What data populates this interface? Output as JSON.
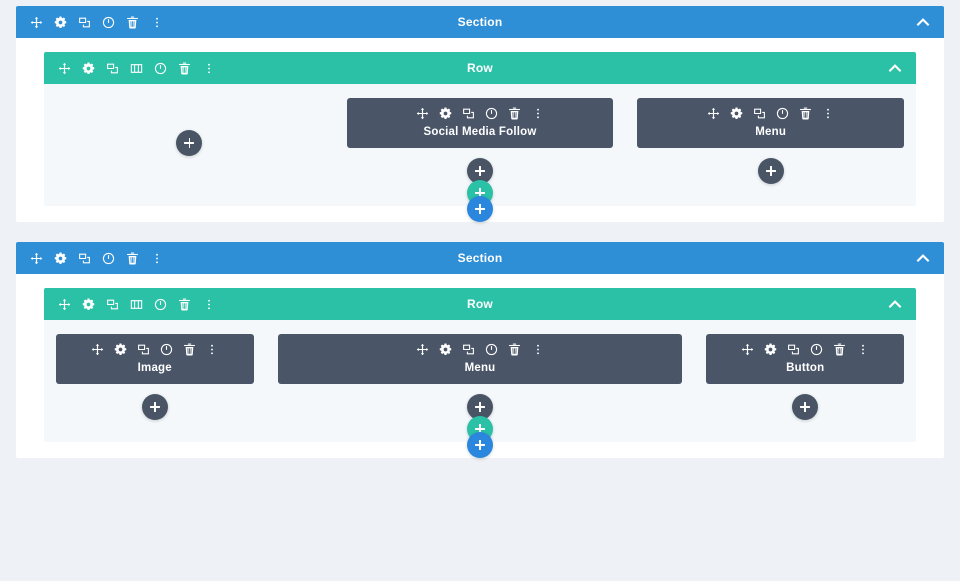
{
  "theme": {
    "section_color": "#2e8fd6",
    "row_color": "#2ac1a6",
    "module_color": "#4a5568",
    "add_module_color": "#495465",
    "add_row_color": "#2ac1a6",
    "add_section_color": "#2b87dd",
    "page_background": "#eef1f6",
    "section_body_background": "#ffffff",
    "row_body_background": "#f4f8fb"
  },
  "labels": {
    "section": "Section",
    "row": "Row",
    "add": "+"
  },
  "icons": {
    "move": "move-icon",
    "settings": "gear-icon",
    "duplicate": "duplicate-icon",
    "columns": "columns-icon",
    "disable": "power-icon",
    "delete": "trash-icon",
    "more": "vertical-dots-icon",
    "collapse": "chevron-up-icon",
    "add": "plus-icon"
  },
  "sections": [
    {
      "title": "Section",
      "rows": [
        {
          "title": "Row",
          "columns": [
            {
              "modules": []
            },
            {
              "modules": [
                {
                  "label": "Social Media Follow"
                }
              ]
            },
            {
              "modules": [
                {
                  "label": "Menu"
                }
              ]
            }
          ]
        }
      ]
    },
    {
      "title": "Section",
      "rows": [
        {
          "title": "Row",
          "columns": [
            {
              "modules": [
                {
                  "label": "Image"
                }
              ]
            },
            {
              "modules": [
                {
                  "label": "Menu"
                }
              ]
            },
            {
              "modules": [
                {
                  "label": "Button"
                }
              ]
            }
          ]
        }
      ]
    }
  ]
}
